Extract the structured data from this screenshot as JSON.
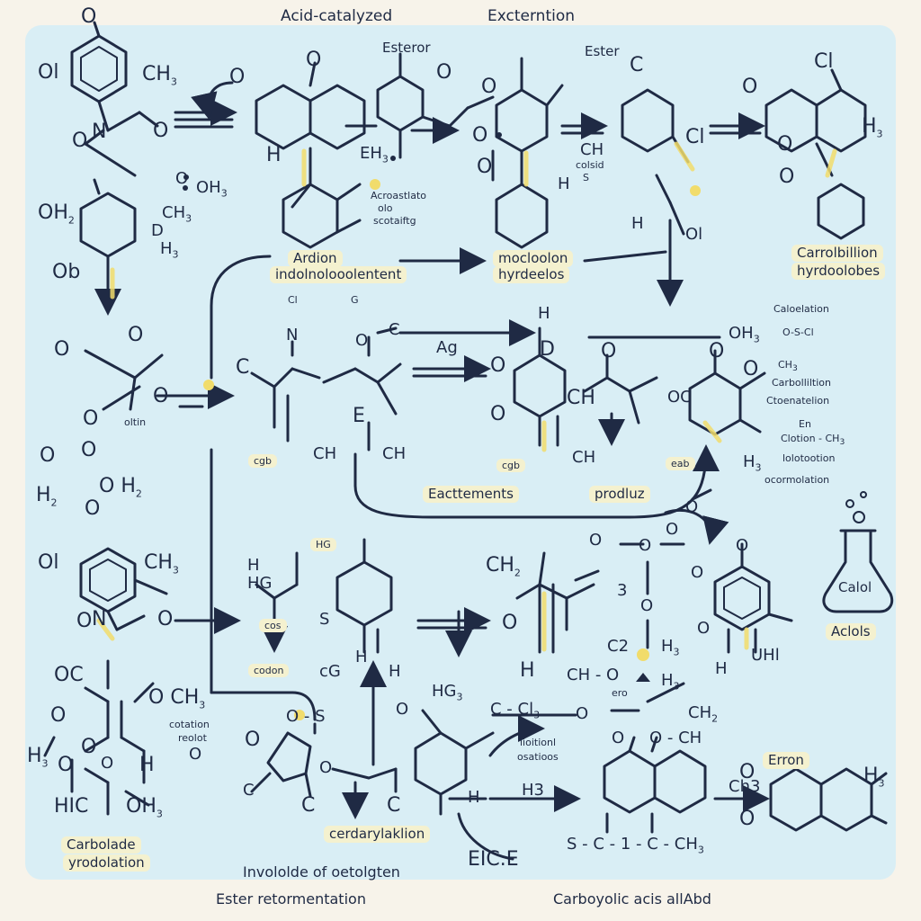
{
  "titles": {
    "top_left": "Acid-catalyzed",
    "top_mid": "Excterntion",
    "ester_a": "Esteror",
    "ester_b": "Ester",
    "ester_b_c": "C",
    "chloro": "Cl"
  },
  "row1": {
    "ole": "Ol",
    "ch": "CH",
    "ch_sub": "3",
    "n": "N",
    "o": "O",
    "oh_top": "OH",
    "oh_sub": "3",
    "h_mid": "H",
    "ch3": "CH",
    "ch3_sub": "3",
    "eh": "EH",
    "eh_sub": "3",
    "small_a": "Acroastlato",
    "small_b": "olo",
    "small_c": "scotaiftg",
    "ch_mid": "CH",
    "colsid": "colsid",
    "s": "S",
    "cl": "Cl",
    "h3_right": "H",
    "h3_right_sub": "3",
    "h_o": "H",
    "h_o_b": "H",
    "ol_o": "Ol"
  },
  "row2_labels": {
    "ardion": "Ardion",
    "indol": "indolnolooolentent",
    "mocloolon": "mocloolon",
    "hyrdeelos": "hyrdeelos",
    "carrolbillion": "Carrolbillion",
    "hyrdoolobes": "hyrdoolobes"
  },
  "row3": {
    "oh2": "OH",
    "oh2_sub": "2",
    "ob": "Ob",
    "d": "D",
    "h3_b": "H",
    "h3_b_sub": "3",
    "c_left": "C",
    "cl_small": "Cl",
    "n_small": "N",
    "g": "G",
    "c_o": "C",
    "o_c": "O",
    "ag": "Ag",
    "ch_mid2": "CH",
    "e": "E",
    "ch_b": "CH",
    "ch_c": "CH",
    "cgb": "cgb",
    "eab": "eab",
    "h3_c": "H",
    "ch_d": "CH",
    "oc": "OC",
    "ohs": "OH",
    "ohs_sub": "3",
    "ch3_b": "CH",
    "ch3_b_sub": "3",
    "h3_d": "H",
    "h3_d_sub": "3",
    "cedrlellion": "Caloelation",
    "oscl": "O-S-Cl",
    "carboliltion": "Carbolliltion",
    "ctoenation": "Ctoenatelion",
    "en": "En",
    "cotion_ch3": "Clotion - CH",
    "cotion_sub": "3",
    "iolotion": "lolotootion",
    "ocormolation": "ocormolation",
    "oltin": "oltin"
  },
  "row4": {
    "o2": "O",
    "h2": "H",
    "h2_sub": "2",
    "ol2": "Ol",
    "ch3_c": "CH",
    "ch3_c_sub": "3",
    "n2": "N",
    "h_a": "H",
    "hg": "HG",
    "cos": "cos",
    "codon": "codon",
    "s_b": "S",
    "cg": "cG",
    "h_b": "H",
    "h_c": "H",
    "ch2": "CH",
    "ch2_sub": "2",
    "three": "3",
    "c2": "C2",
    "h3_e": "H",
    "h3_e_sub": "3",
    "ch_o": "CH - O",
    "ero": "ero",
    "h3_f": "H",
    "h3_f_sub": "3",
    "h_d": "H",
    "uhl": "UHl",
    "calol": "Calol",
    "aclols": "Aclols",
    "ectements": "Eacttements",
    "prodluz": "prodluz"
  },
  "row5": {
    "oc": "OC",
    "o_ch3": "CH",
    "o_ch3_sub": "3",
    "cotation": "cotation",
    "reolot": "reolot",
    "h3_g": "H",
    "h3_g_sub": "3",
    "o3": "O",
    "oh_s": "OH",
    "hic": "HIC",
    "oh_b": "OH",
    "oh_b_sub": "3",
    "carbolade": "Carbolade",
    "yrodolation": "yrodolation",
    "cl3": "C - Cl",
    "cl3_sub": "3",
    "o_c2": "O",
    "ch2b": "CH",
    "ch2b_sub": "2",
    "hg2": "HG",
    "hg2_sub": "3",
    "o_s": "O - S",
    "c_b": "C",
    "c_c": "C",
    "ltoitionl": "lioitionl",
    "osatioos": "osatioos",
    "h": "H",
    "h3o": "H3",
    "oh_c": "O - CH",
    "carboxyl": "cerdarylaklion",
    "eice": "EIC.E",
    "s_chain": "S - C - 1 - C - CH",
    "s_chain_sub": "3",
    "ch3_end": "Ch3",
    "erron": "Erron",
    "h3_end": "H",
    "h3_end_sub": "3"
  },
  "footer": {
    "invololde": "Invololde of oetolgten",
    "ester_retro": "Ester retormentation",
    "carboxylic": "Carboyolic acis allAbd"
  },
  "colors": {
    "ink": "#1f2a44",
    "bond_yellow": "#f1dc6b",
    "panel": "#d9eef5",
    "highlight": "#f4f1cf"
  }
}
